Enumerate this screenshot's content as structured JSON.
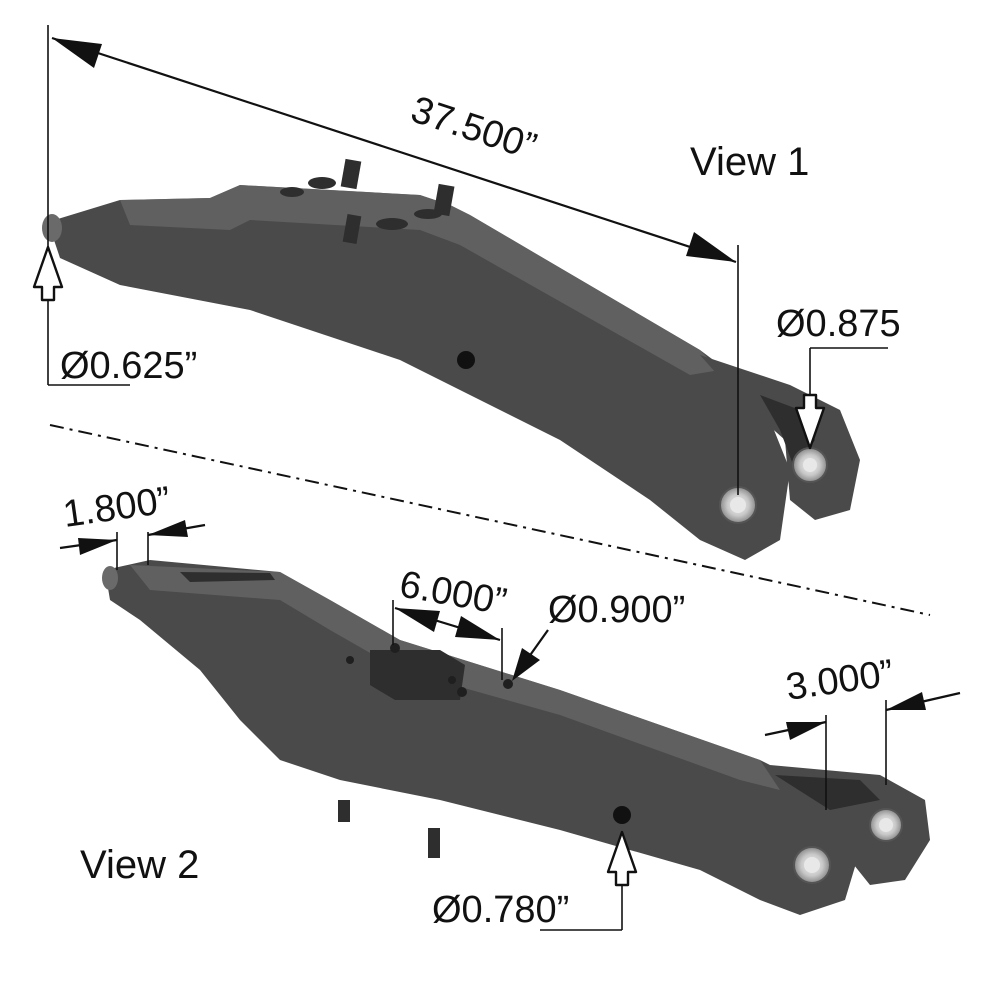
{
  "views": {
    "view1": {
      "label": "View 1",
      "dimensions": {
        "overall_length": "37.500”",
        "left_pin_diameter": "Ø0.625”",
        "right_bore_diameter": "Ø0.875"
      }
    },
    "view2": {
      "label": "View 2",
      "dimensions": {
        "end_width": "1.800”",
        "hole_spacing": "6.000”",
        "hole_diameter": "Ø0.900”",
        "clevis_gap": "3.000”",
        "side_hole_diameter": "Ø0.780”"
      }
    }
  },
  "colors": {
    "part": "#4a4a4a",
    "part_shadow": "#2e2e2e",
    "ink": "#111111",
    "background": "#ffffff"
  }
}
